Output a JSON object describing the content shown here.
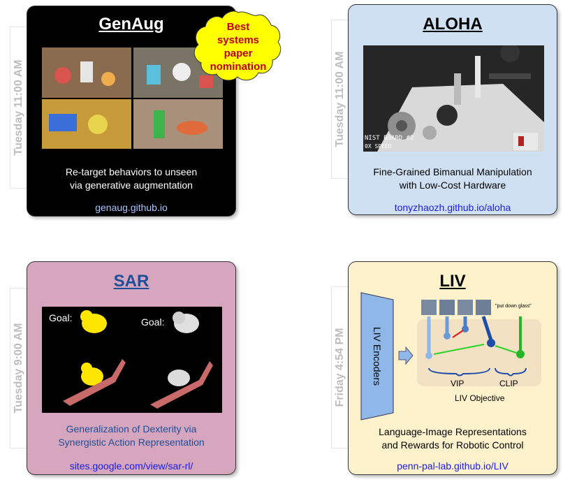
{
  "cards": [
    {
      "title": "GenAug",
      "subtitle_line1": "Re-target behaviors to unseen",
      "subtitle_line2": "via generative augmentation",
      "link": "genaug.github.io",
      "time": "Tuesday 11:00 AM",
      "badge_lines": [
        "Best",
        "systems",
        "paper",
        "nomination"
      ]
    },
    {
      "title": "ALOHA",
      "subtitle_line1": "Fine-Grained Bimanual Manipulation",
      "subtitle_line2": "with Low-Cost Hardware",
      "link": "tonyzhaozh.github.io/aloha",
      "time": "Tuesday 11:00 AM",
      "video_caption": "NIST BOARD #2",
      "video_speed": "0X SPEED"
    },
    {
      "title": "SAR",
      "subtitle_line1": "Generalization of Dexterity via",
      "subtitle_line2": "Synergistic Action Representation",
      "link": "sites.google.com/view/sar-rl/",
      "time": "Tuesday 9:00 AM",
      "goal_label": "Goal:"
    },
    {
      "title": "LIV",
      "subtitle_line1": "Language-Image Representations",
      "subtitle_line2": "and Rewards for Robotic Control",
      "link": "penn-pal-lab.github.io/LIV",
      "time": "Friday 4:54 PM",
      "encoder_label": "LIV Encoders",
      "prompt": "\"put down glass\"",
      "vip_label": "VIP",
      "clip_label": "CLIP",
      "objective_label": "LIV Objective"
    }
  ],
  "colors": {
    "genaug_bg": "#000000",
    "aloha_bg": "#cfe0f3",
    "sar_bg": "#d5a6bd",
    "liv_bg": "#fdf2cb",
    "link_blue": "#1a1aee",
    "badge_yellow": "#ffff00",
    "badge_red": "#c0001a"
  }
}
